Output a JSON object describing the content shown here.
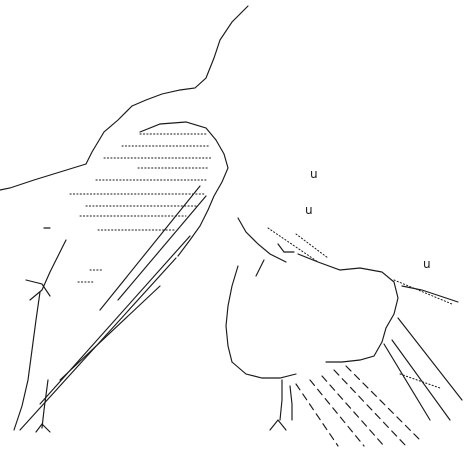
{
  "scene": {
    "kind": "text-art",
    "ink_color": "#1a1a1a",
    "background_color": "#ffffff"
  },
  "labels": {
    "sound_1": "u",
    "sound_2": "u",
    "sound_3": "u"
  }
}
